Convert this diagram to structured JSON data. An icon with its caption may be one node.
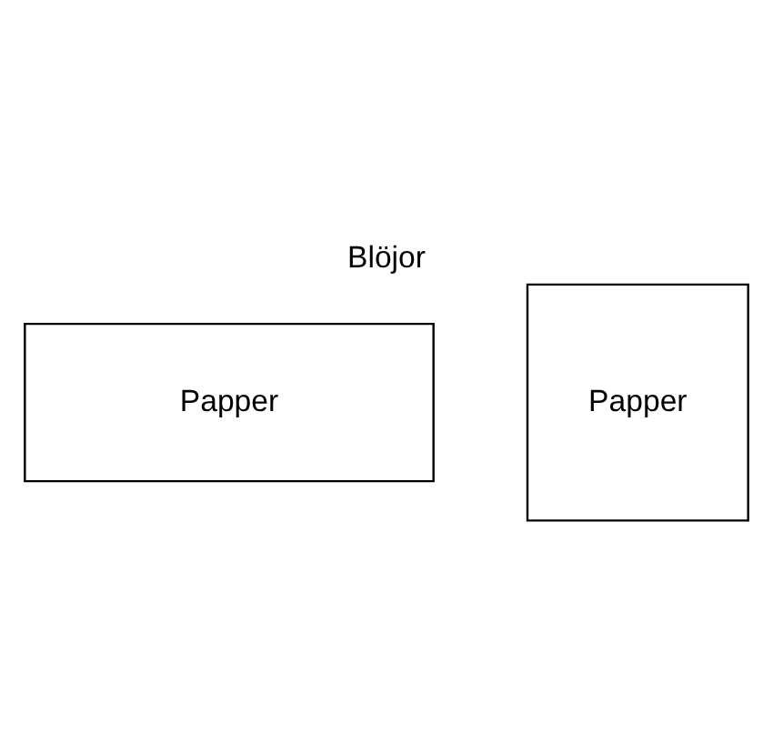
{
  "diagram": {
    "title": "Blöjor",
    "nodes": [
      {
        "text": [
          "Papper"
        ]
      },
      {
        "text": [
          "Papper"
        ]
      }
    ]
  }
}
